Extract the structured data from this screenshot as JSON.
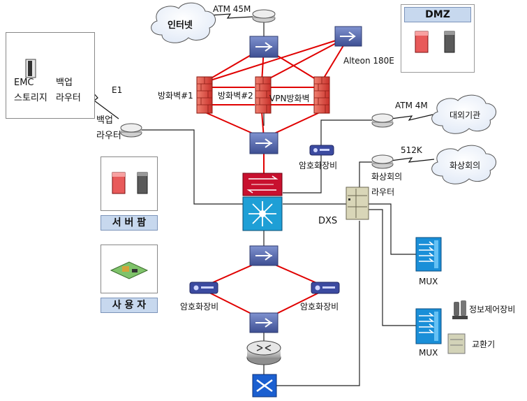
{
  "labels": {
    "internet": "인터넷",
    "atm45": "ATM 45M",
    "alteon": "Alteon 180E",
    "dmz": "DMZ",
    "emc": "EMC",
    "storage": "스토리지",
    "backup_router_top1": "백업",
    "backup_router_top2": "라우터",
    "e1": "E1",
    "backup_router_mid1": "백업",
    "backup_router_mid2": "라우터",
    "fw1": "방화벽#1",
    "fw2": "방화벽#2",
    "vpn_fw": "VPN방화벽",
    "atm4": "ATM 4M",
    "external_org": "대외기관",
    "crypto_top": "암호화장비",
    "k512": "512K",
    "video_conf_router1": "화상회의",
    "video_conf_router2": "라우터",
    "video_conf": "화상회의",
    "dxs": "DXS",
    "server_farm": "서 버 팜",
    "users": "사 용 자",
    "mux1": "MUX",
    "mux2": "MUX",
    "crypto_left": "암호화장비",
    "crypto_right": "암호화장비",
    "info_control": "정보제어장비",
    "exchange": "교환기"
  },
  "colors": {
    "red_link": "#e00000",
    "black_link": "#222222",
    "switch_blue": "#5a6fb0",
    "core_cyan": "#1e9fd6",
    "core_red": "#c8102e",
    "firewall": "#e05a4a",
    "panel_title": "#c7d8ee"
  }
}
